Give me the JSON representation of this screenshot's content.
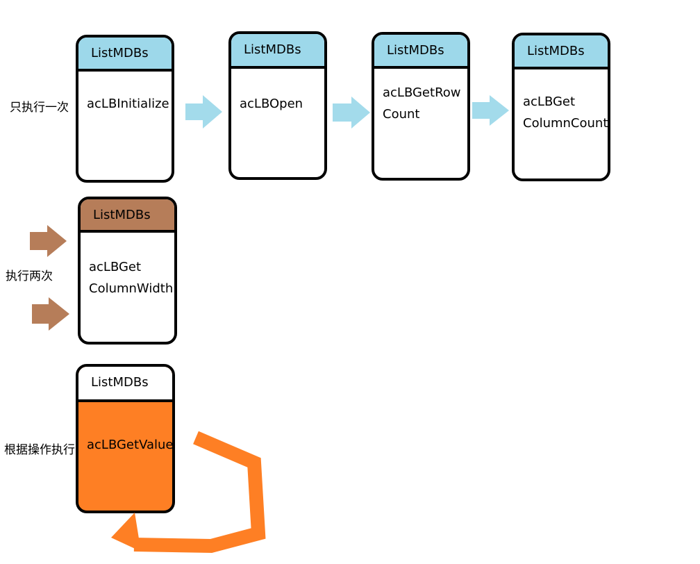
{
  "cards": [
    {
      "header": "ListMDBs",
      "lines": [
        "acLBInitialize"
      ]
    },
    {
      "header": "ListMDBs",
      "lines": [
        "acLBOpen"
      ]
    },
    {
      "header": "ListMDBs",
      "lines": [
        "acLBGetRow",
        "Count"
      ]
    },
    {
      "header": "ListMDBs",
      "lines": [
        "acLBGet",
        "ColumnCount"
      ]
    },
    {
      "header": "ListMDBs",
      "lines": [
        "acLBGet",
        "ColumnWidth"
      ]
    },
    {
      "header": "ListMDBs",
      "lines": [
        "acLBGetValue"
      ]
    }
  ],
  "side_labels": {
    "row1": "只执行一次",
    "row2": "执行两次",
    "row3": "根据操作执行"
  },
  "colors": {
    "header_blue": "#9dd8ea",
    "header_brown": "#b67d59",
    "orange": "#fe7f24",
    "arrow_blue": "#a3dbeb",
    "arrow_brown": "#b67d59",
    "border": "#000000"
  }
}
